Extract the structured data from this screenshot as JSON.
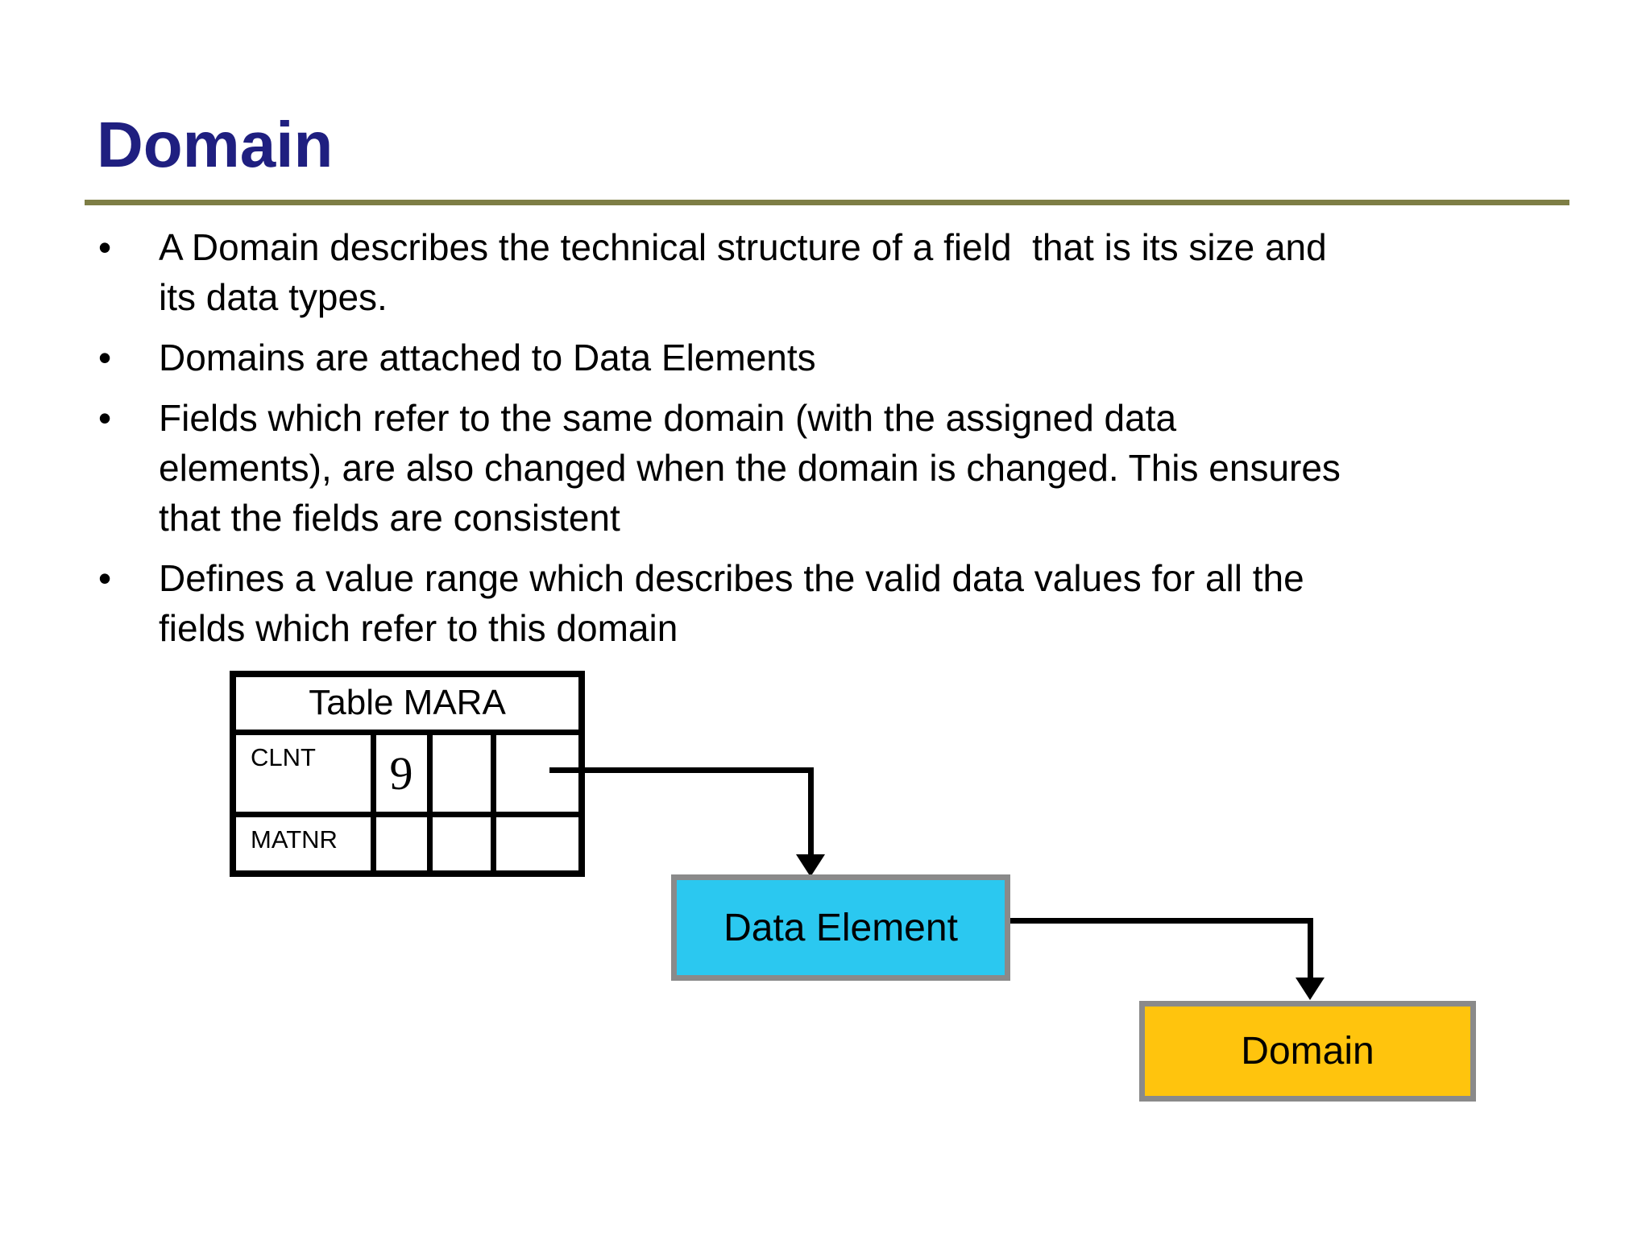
{
  "slide": {
    "title": "Domain",
    "bullet_char": "•",
    "bullets": [
      {
        "text": "A Domain describes the technical structure of a field  that is its size and\nits data types."
      },
      {
        "text": "Domains are attached to Data Elements"
      },
      {
        "text": "Fields which refer to the same domain (with the assigned data\nelements), are also changed when the domain is changed. This ensures\nthat the fields are consistent"
      },
      {
        "text": "Defines a value range which describes the valid data values for all the\nfields which refer to this domain"
      }
    ]
  },
  "diagram": {
    "table": {
      "title": "Table MARA",
      "rows": [
        {
          "label": "CLNT",
          "cells": [
            "9",
            "",
            ""
          ]
        },
        {
          "label": "MATNR",
          "cells": [
            "",
            "",
            ""
          ]
        }
      ]
    },
    "data_element": {
      "label": "Data Element",
      "fill": "#2BC8F0"
    },
    "domain": {
      "label": "Domain",
      "fill": "#FFC40D"
    }
  },
  "colors": {
    "title_text": "#1F1F80",
    "rule": "#7E7E45",
    "box_border": "#8A8A8A",
    "arrow": "#000000"
  }
}
